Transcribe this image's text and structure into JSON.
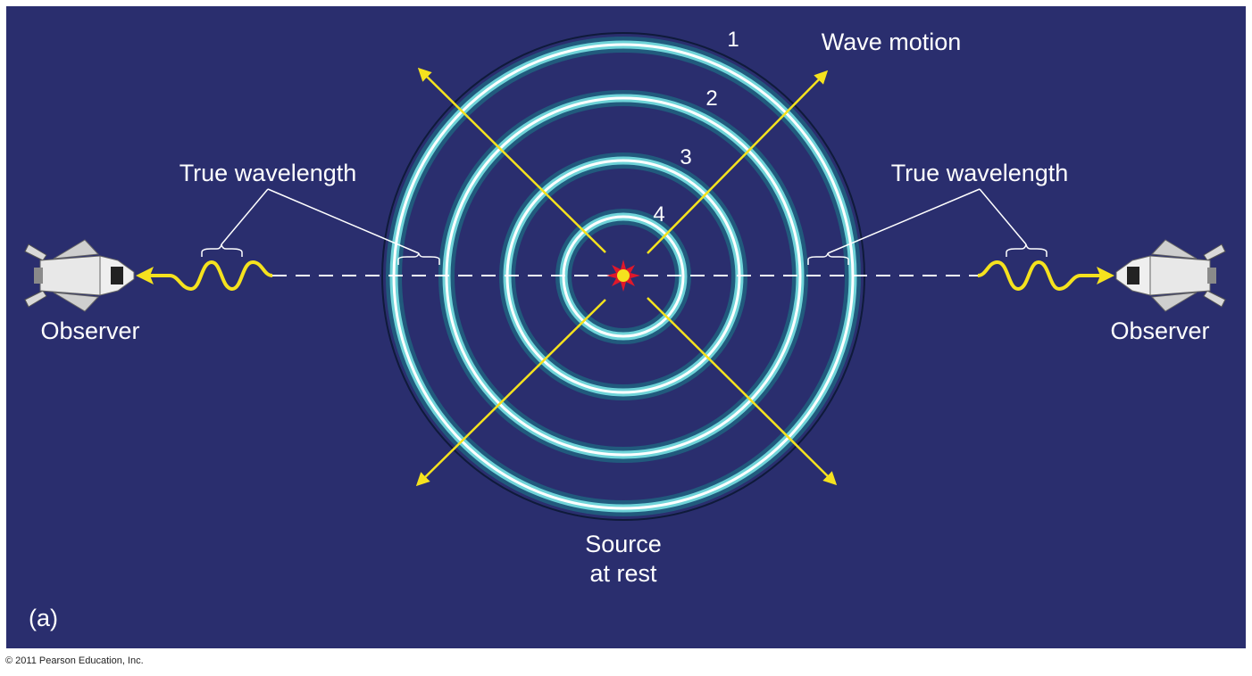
{
  "labels": {
    "wave_motion": "Wave motion",
    "true_wavelength_left": "True wavelength",
    "true_wavelength_right": "True wavelength",
    "observer_left": "Observer",
    "observer_right": "Observer",
    "source_line1": "Source",
    "source_line2": "at rest",
    "panel": "(a)"
  },
  "ring_numbers": [
    "1",
    "2",
    "3",
    "4"
  ],
  "copyright": "© 2011 Pearson Education, Inc.",
  "colors": {
    "background": "#2a2e6e",
    "arrow": "#f5e21e",
    "ring_core": "#ffffff",
    "ring_glow": "#1a7f8a",
    "source": "#f5e21e",
    "text": "#ffffff"
  }
}
